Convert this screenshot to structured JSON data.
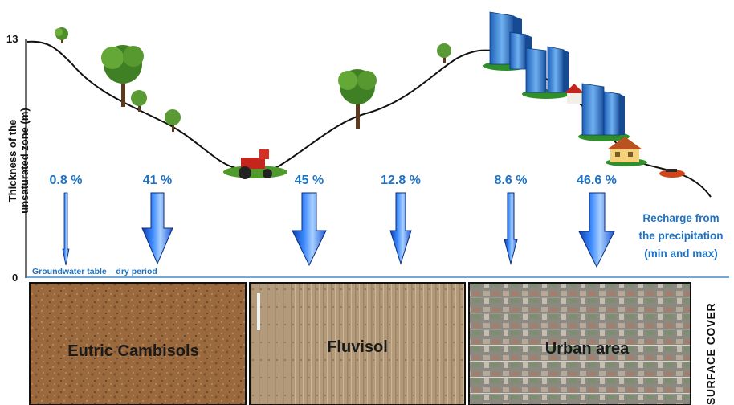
{
  "axis": {
    "tick_max": "13",
    "tick_min": "0",
    "ylabel_line1": "Thickness of the",
    "ylabel_line2": "unsaturated zone (m)"
  },
  "groundwater_label": "Groundwater table – dry period",
  "recharge_arrows": [
    {
      "label": "0.8 %",
      "value": 0.8
    },
    {
      "label": "41 %",
      "value": 41
    },
    {
      "label": "45 %",
      "value": 45
    },
    {
      "label": "12.8 %",
      "value": 12.8
    },
    {
      "label": "8.6 %",
      "value": 8.6
    },
    {
      "label": "46.6 %",
      "value": 46.6
    }
  ],
  "recharge_note": {
    "line1": "Recharge from",
    "line2": "the precipitation",
    "line3": "(min and max)"
  },
  "surface_cover_label": "SURFACE COVER",
  "panels": [
    {
      "label": "Eutric Cambisols"
    },
    {
      "label": "Fluvisol"
    },
    {
      "label": "Urban area"
    }
  ],
  "colors": {
    "accent_blue": "#1f73c4",
    "arrow_blue": "#2a6fe8",
    "terrain_line": "#111111"
  }
}
